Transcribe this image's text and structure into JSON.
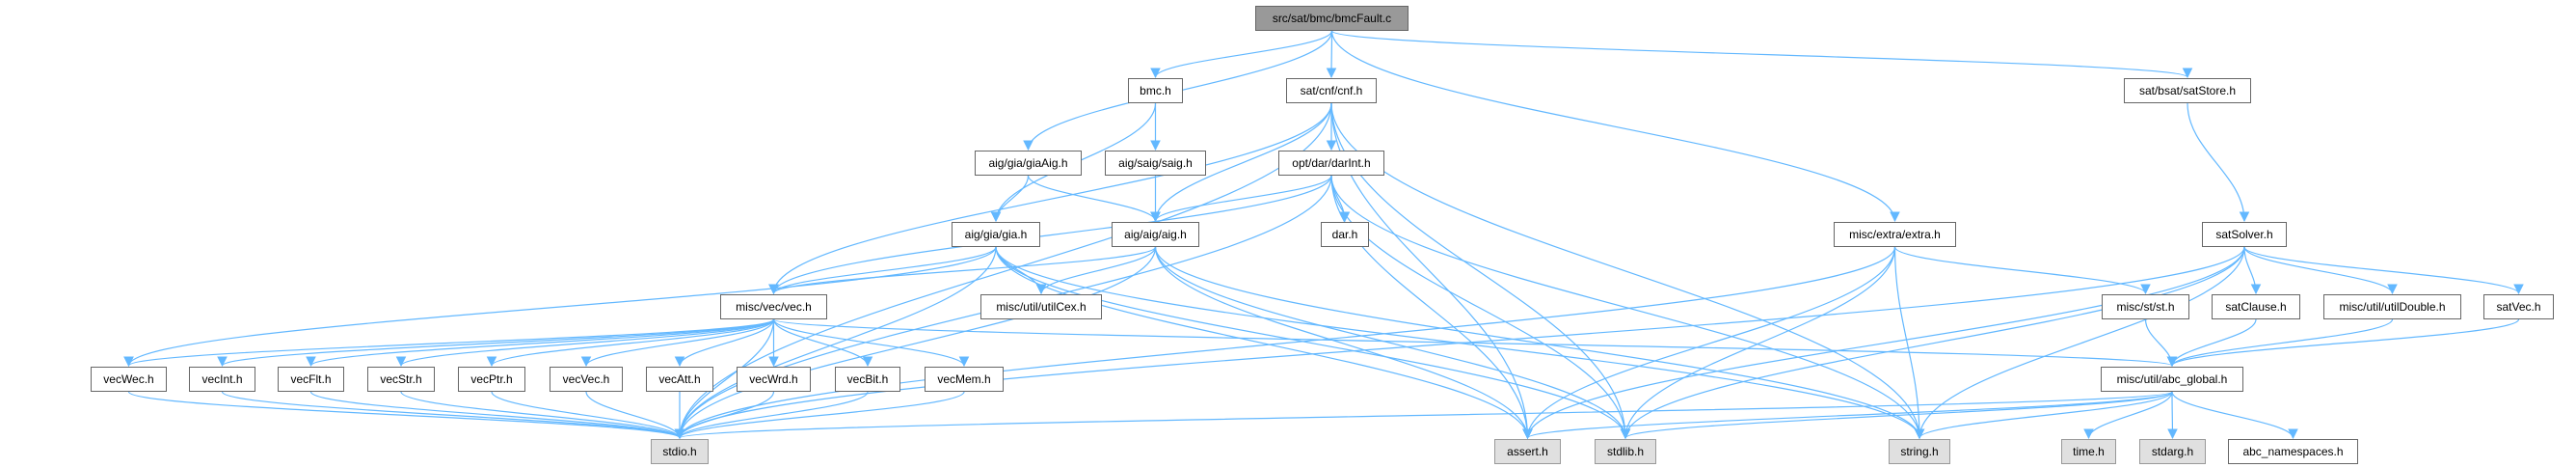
{
  "graph": {
    "title": "src/sat/bmc/bmcFault.c",
    "colors": {
      "edge": "#63b8ff",
      "root_fill": "#999999",
      "system_fill": "#e0e0e0",
      "border": "#666666"
    },
    "nodes": {
      "root": {
        "label": "src/sat/bmc/bmcFault.c",
        "kind": "root"
      },
      "bmc": {
        "label": "bmc.h",
        "kind": "local"
      },
      "cnf": {
        "label": "sat/cnf/cnf.h",
        "kind": "local"
      },
      "satStore": {
        "label": "sat/bsat/satStore.h",
        "kind": "local"
      },
      "giaAig": {
        "label": "aig/gia/giaAig.h",
        "kind": "local"
      },
      "saig": {
        "label": "aig/saig/saig.h",
        "kind": "local"
      },
      "darInt": {
        "label": "opt/dar/darInt.h",
        "kind": "local"
      },
      "gia": {
        "label": "aig/gia/gia.h",
        "kind": "local"
      },
      "aig": {
        "label": "aig/aig/aig.h",
        "kind": "local"
      },
      "dar": {
        "label": "dar.h",
        "kind": "local"
      },
      "extra": {
        "label": "misc/extra/extra.h",
        "kind": "local"
      },
      "satSolver": {
        "label": "satSolver.h",
        "kind": "local"
      },
      "utilCex": {
        "label": "misc/util/utilCex.h",
        "kind": "local"
      },
      "vec": {
        "label": "misc/vec/vec.h",
        "kind": "local"
      },
      "st": {
        "label": "misc/st/st.h",
        "kind": "local"
      },
      "satClause": {
        "label": "satClause.h",
        "kind": "local"
      },
      "utilDouble": {
        "label": "misc/util/utilDouble.h",
        "kind": "local"
      },
      "satVec": {
        "label": "satVec.h",
        "kind": "local"
      },
      "vecWec": {
        "label": "vecWec.h",
        "kind": "local"
      },
      "vecInt": {
        "label": "vecInt.h",
        "kind": "local"
      },
      "vecFlt": {
        "label": "vecFlt.h",
        "kind": "local"
      },
      "vecStr": {
        "label": "vecStr.h",
        "kind": "local"
      },
      "vecPtr": {
        "label": "vecPtr.h",
        "kind": "local"
      },
      "vecVec": {
        "label": "vecVec.h",
        "kind": "local"
      },
      "vecAtt": {
        "label": "vecAtt.h",
        "kind": "local"
      },
      "vecWrd": {
        "label": "vecWrd.h",
        "kind": "local"
      },
      "vecBit": {
        "label": "vecBit.h",
        "kind": "local"
      },
      "vecMem": {
        "label": "vecMem.h",
        "kind": "local"
      },
      "abcGlobal": {
        "label": "misc/util/abc_global.h",
        "kind": "local"
      },
      "stdio": {
        "label": "stdio.h",
        "kind": "system"
      },
      "assert": {
        "label": "assert.h",
        "kind": "system"
      },
      "stdlib": {
        "label": "stdlib.h",
        "kind": "system"
      },
      "string": {
        "label": "string.h",
        "kind": "system"
      },
      "time": {
        "label": "time.h",
        "kind": "system"
      },
      "stdarg": {
        "label": "stdarg.h",
        "kind": "system"
      },
      "abcNamespaces": {
        "label": "abc_namespaces.h",
        "kind": "local"
      }
    },
    "edges": [
      [
        "root",
        "bmc"
      ],
      [
        "root",
        "cnf"
      ],
      [
        "root",
        "giaAig"
      ],
      [
        "root",
        "satStore"
      ],
      [
        "root",
        "extra"
      ],
      [
        "bmc",
        "gia"
      ],
      [
        "bmc",
        "saig"
      ],
      [
        "cnf",
        "vec"
      ],
      [
        "cnf",
        "stdio"
      ],
      [
        "cnf",
        "aig"
      ],
      [
        "cnf",
        "darInt"
      ],
      [
        "cnf",
        "assert"
      ],
      [
        "cnf",
        "stdlib"
      ],
      [
        "cnf",
        "string"
      ],
      [
        "satStore",
        "satSolver"
      ],
      [
        "giaAig",
        "gia"
      ],
      [
        "giaAig",
        "aig"
      ],
      [
        "saig",
        "aig"
      ],
      [
        "darInt",
        "vec"
      ],
      [
        "darInt",
        "aig"
      ],
      [
        "darInt",
        "dar"
      ],
      [
        "darInt",
        "stdio"
      ],
      [
        "darInt",
        "assert"
      ],
      [
        "darInt",
        "stdlib"
      ],
      [
        "darInt",
        "string"
      ],
      [
        "gia",
        "vec"
      ],
      [
        "gia",
        "utilCex"
      ],
      [
        "gia",
        "stdio"
      ],
      [
        "gia",
        "assert"
      ],
      [
        "gia",
        "stdlib"
      ],
      [
        "gia",
        "string"
      ],
      [
        "gia",
        "vecWec"
      ],
      [
        "aig",
        "vec"
      ],
      [
        "aig",
        "utilCex"
      ],
      [
        "aig",
        "stdio"
      ],
      [
        "aig",
        "assert"
      ],
      [
        "aig",
        "stdlib"
      ],
      [
        "aig",
        "string"
      ],
      [
        "extra",
        "stdio"
      ],
      [
        "extra",
        "assert"
      ],
      [
        "extra",
        "stdlib"
      ],
      [
        "extra",
        "string"
      ],
      [
        "extra",
        "st"
      ],
      [
        "satSolver",
        "stdio"
      ],
      [
        "satSolver",
        "assert"
      ],
      [
        "satSolver",
        "stdlib"
      ],
      [
        "satSolver",
        "string"
      ],
      [
        "satSolver",
        "satClause"
      ],
      [
        "satSolver",
        "utilDouble"
      ],
      [
        "satSolver",
        "satVec"
      ],
      [
        "vec",
        "vecWec"
      ],
      [
        "vec",
        "vecInt"
      ],
      [
        "vec",
        "vecFlt"
      ],
      [
        "vec",
        "vecStr"
      ],
      [
        "vec",
        "vecPtr"
      ],
      [
        "vec",
        "vecVec"
      ],
      [
        "vec",
        "vecAtt"
      ],
      [
        "vec",
        "vecWrd"
      ],
      [
        "vec",
        "vecBit"
      ],
      [
        "vec",
        "vecMem"
      ],
      [
        "vec",
        "stdio"
      ],
      [
        "vec",
        "abcGlobal"
      ],
      [
        "vecWec",
        "stdio"
      ],
      [
        "vecInt",
        "stdio"
      ],
      [
        "vecFlt",
        "stdio"
      ],
      [
        "vecStr",
        "stdio"
      ],
      [
        "vecPtr",
        "stdio"
      ],
      [
        "vecVec",
        "stdio"
      ],
      [
        "vecAtt",
        "stdio"
      ],
      [
        "vecWrd",
        "stdio"
      ],
      [
        "vecBit",
        "stdio"
      ],
      [
        "vecMem",
        "stdio"
      ],
      [
        "st",
        "abcGlobal"
      ],
      [
        "satClause",
        "abcGlobal"
      ],
      [
        "utilDouble",
        "abcGlobal"
      ],
      [
        "satVec",
        "abcGlobal"
      ],
      [
        "abcGlobal",
        "stdio"
      ],
      [
        "abcGlobal",
        "assert"
      ],
      [
        "abcGlobal",
        "stdlib"
      ],
      [
        "abcGlobal",
        "string"
      ],
      [
        "abcGlobal",
        "time"
      ],
      [
        "abcGlobal",
        "stdarg"
      ],
      [
        "abcGlobal",
        "abcNamespaces"
      ]
    ]
  }
}
